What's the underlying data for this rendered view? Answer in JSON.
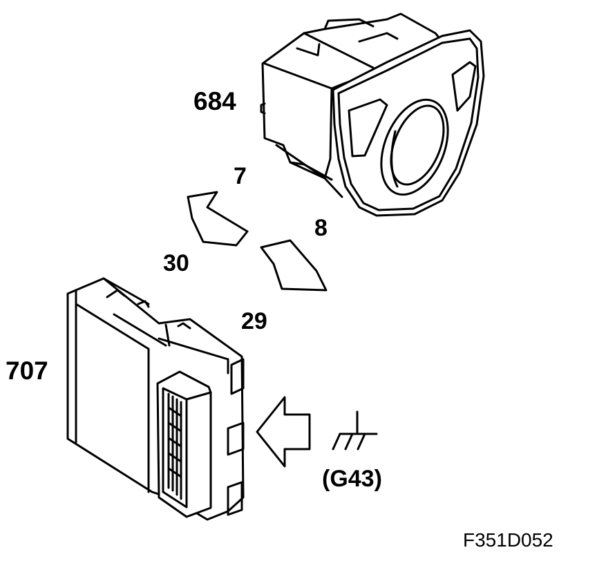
{
  "diagram": {
    "components": [
      {
        "id": "switch",
        "label": "684"
      },
      {
        "id": "control-module",
        "label": "707"
      }
    ],
    "pins": [
      "7",
      "8",
      "30",
      "29"
    ],
    "ground": {
      "label": "(G43)"
    },
    "figure_ref": "F351D052"
  }
}
